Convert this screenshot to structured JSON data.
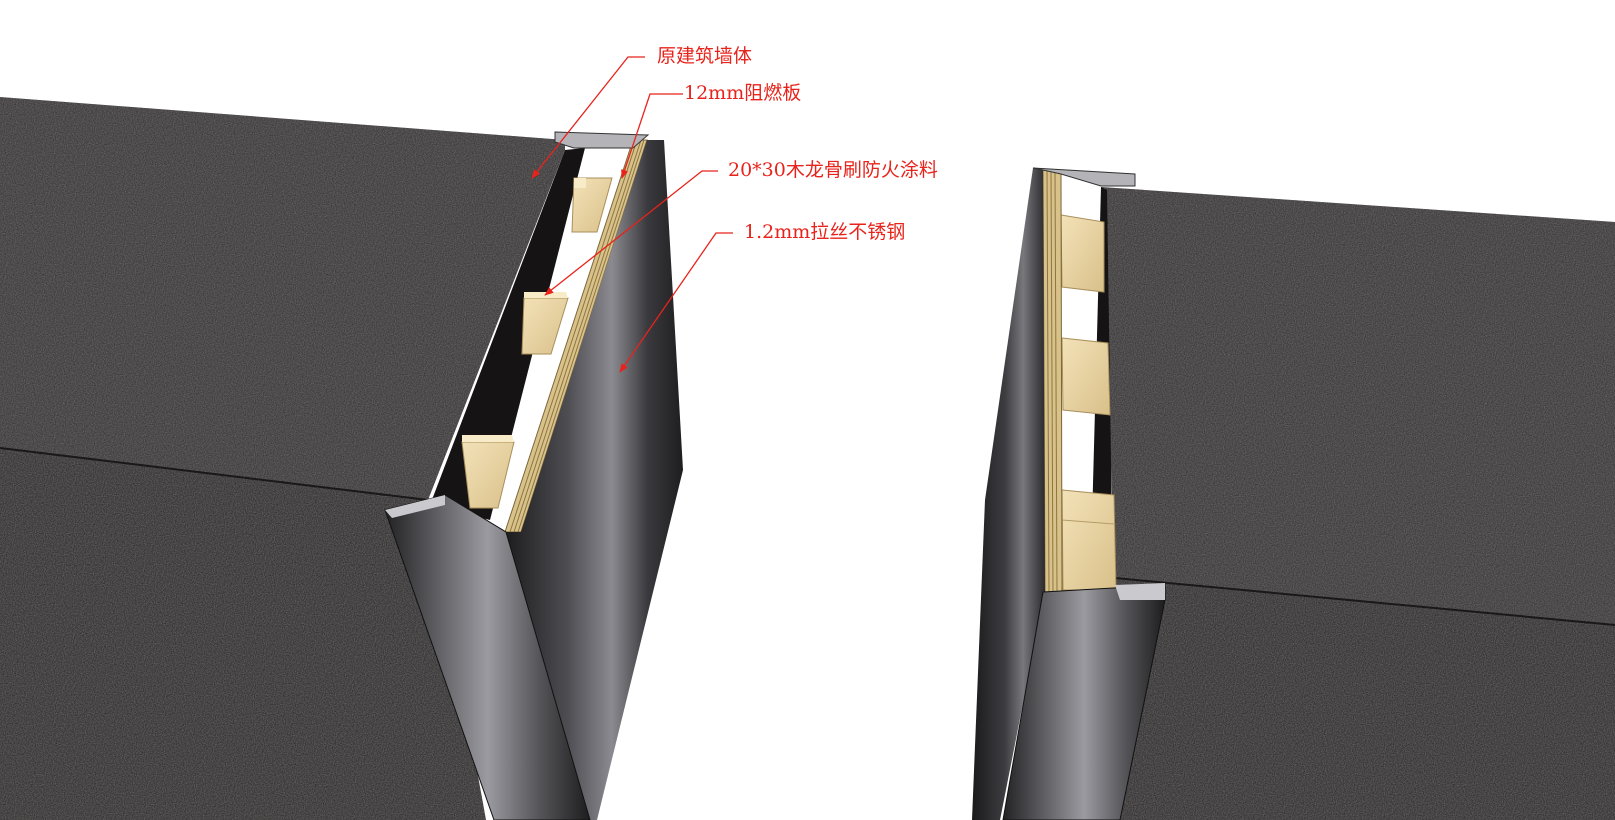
{
  "annotations": {
    "original_wall": "原建筑墙体",
    "fire_board": "12mm阻燃板",
    "wood_keel": "20*30木龙骨刷防火涂料",
    "stainless_steel": "1.2mm拉丝不锈钢"
  },
  "colors": {
    "annotation": "#e8231b",
    "wall": "#3b3839",
    "steel": "#2a2a2c",
    "wood": "#ead7a9",
    "background": "#ffffff"
  }
}
